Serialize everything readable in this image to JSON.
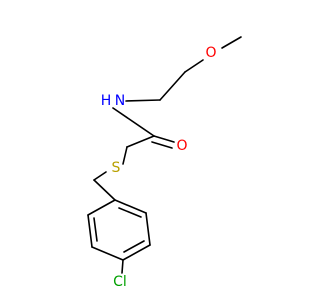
{
  "molecule": {
    "atoms": {
      "oxygen_methoxy": {
        "label": "O",
        "color": "#ff0000"
      },
      "nitrogen_amide": {
        "label": "N",
        "color": "#0000ff"
      },
      "hydrogen_amide": {
        "label": "H",
        "color": "#0000ff"
      },
      "oxygen_carbonyl": {
        "label": "O",
        "color": "#ff0000"
      },
      "sulfur_thioether": {
        "label": "S",
        "color": "#b8a000"
      },
      "chlorine": {
        "label": "Cl",
        "color": "#00a000"
      }
    }
  }
}
